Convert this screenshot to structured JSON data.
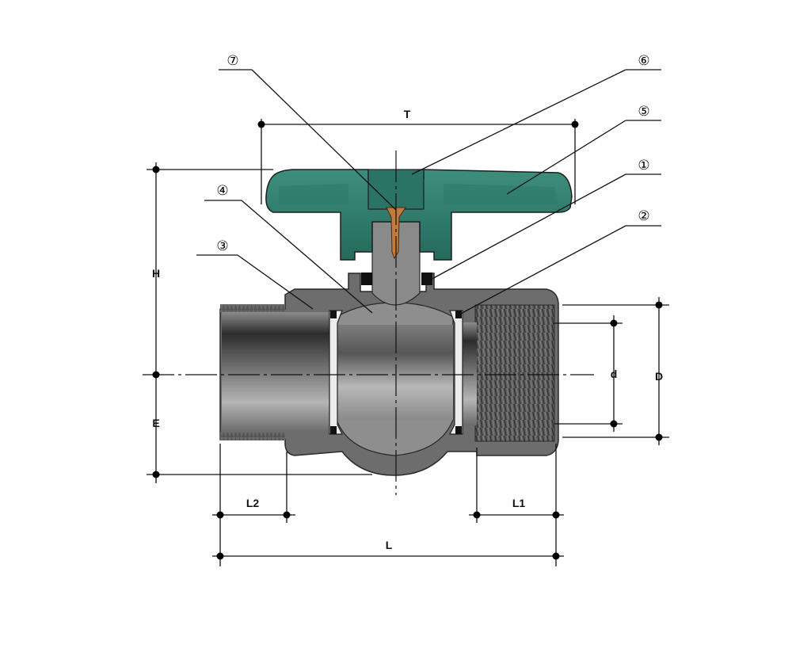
{
  "callouts": [
    {
      "id": "c1",
      "number": "①",
      "part": "o-ring"
    },
    {
      "id": "c2",
      "number": "②",
      "part": "seat"
    },
    {
      "id": "c3",
      "number": "③",
      "part": "body"
    },
    {
      "id": "c4",
      "number": "④",
      "part": "ball"
    },
    {
      "id": "c5",
      "number": "⑤",
      "part": "handle"
    },
    {
      "id": "c6",
      "number": "⑥",
      "part": "handle-cap"
    },
    {
      "id": "c7",
      "number": "⑦",
      "part": "stem-pin"
    }
  ],
  "dimensions": {
    "T": "T",
    "H": "H",
    "E": "E",
    "d": "d",
    "D": "D",
    "L": "L",
    "L1": "L1",
    "L2": "L2"
  },
  "colors": {
    "handle": "#2f7a6b",
    "body": "#707070",
    "ball": "#9a9a9a",
    "pipe_dark": "#3c3c3c",
    "pin": "#c47a3a",
    "seat": "#eeeeee"
  }
}
